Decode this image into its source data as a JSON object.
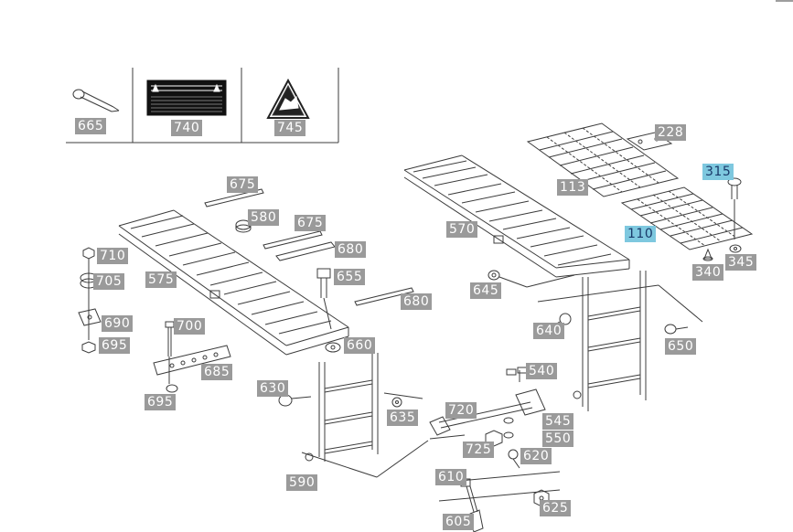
{
  "diagram": {
    "type": "exploded-parts-diagram",
    "accessory_panel": {
      "items": [
        {
          "number": "665",
          "depicts": "pin-icon"
        },
        {
          "number": "740",
          "depicts": "warning-label-icon"
        },
        {
          "number": "745",
          "depicts": "hand-hazard-sign-icon"
        }
      ]
    },
    "callouts": [
      {
        "key": "c228",
        "number": "228",
        "highlighted": false
      },
      {
        "key": "c315",
        "number": "315",
        "highlighted": true
      },
      {
        "key": "c113",
        "number": "113",
        "highlighted": false
      },
      {
        "key": "c110",
        "number": "110",
        "highlighted": true
      },
      {
        "key": "c340",
        "number": "340",
        "highlighted": false
      },
      {
        "key": "c345",
        "number": "345",
        "highlighted": false
      },
      {
        "key": "c570",
        "number": "570",
        "highlighted": false
      },
      {
        "key": "c645",
        "number": "645",
        "highlighted": false
      },
      {
        "key": "c640",
        "number": "640",
        "highlighted": false
      },
      {
        "key": "c650",
        "number": "650",
        "highlighted": false
      },
      {
        "key": "c675a",
        "number": "675",
        "highlighted": false
      },
      {
        "key": "c580",
        "number": "580",
        "highlighted": false
      },
      {
        "key": "c675b",
        "number": "675",
        "highlighted": false
      },
      {
        "key": "c680a",
        "number": "680",
        "highlighted": false
      },
      {
        "key": "c655",
        "number": "655",
        "highlighted": false
      },
      {
        "key": "c680b",
        "number": "680",
        "highlighted": false
      },
      {
        "key": "c710",
        "number": "710",
        "highlighted": false
      },
      {
        "key": "c705",
        "number": "705",
        "highlighted": false
      },
      {
        "key": "c575",
        "number": "575",
        "highlighted": false
      },
      {
        "key": "c690",
        "number": "690",
        "highlighted": false
      },
      {
        "key": "c695a",
        "number": "695",
        "highlighted": false
      },
      {
        "key": "c700",
        "number": "700",
        "highlighted": false
      },
      {
        "key": "c685",
        "number": "685",
        "highlighted": false
      },
      {
        "key": "c695b",
        "number": "695",
        "highlighted": false
      },
      {
        "key": "c660",
        "number": "660",
        "highlighted": false
      },
      {
        "key": "c630",
        "number": "630",
        "highlighted": false
      },
      {
        "key": "c635",
        "number": "635",
        "highlighted": false
      },
      {
        "key": "c720",
        "number": "720",
        "highlighted": false
      },
      {
        "key": "c540",
        "number": "540",
        "highlighted": false
      },
      {
        "key": "c545",
        "number": "545",
        "highlighted": false
      },
      {
        "key": "c550",
        "number": "550",
        "highlighted": false
      },
      {
        "key": "c725",
        "number": "725",
        "highlighted": false
      },
      {
        "key": "c620",
        "number": "620",
        "highlighted": false
      },
      {
        "key": "c590",
        "number": "590",
        "highlighted": false
      },
      {
        "key": "c610",
        "number": "610",
        "highlighted": false
      },
      {
        "key": "c625",
        "number": "625",
        "highlighted": false
      },
      {
        "key": "c605",
        "number": "605",
        "highlighted": false
      }
    ],
    "colors": {
      "callout_bg": "#9a9a9a",
      "callout_text": "#ffffff",
      "highlight_bg": "#7ec8df",
      "highlight_text": "#1a3a6a",
      "line": "#3c3c3c"
    }
  }
}
